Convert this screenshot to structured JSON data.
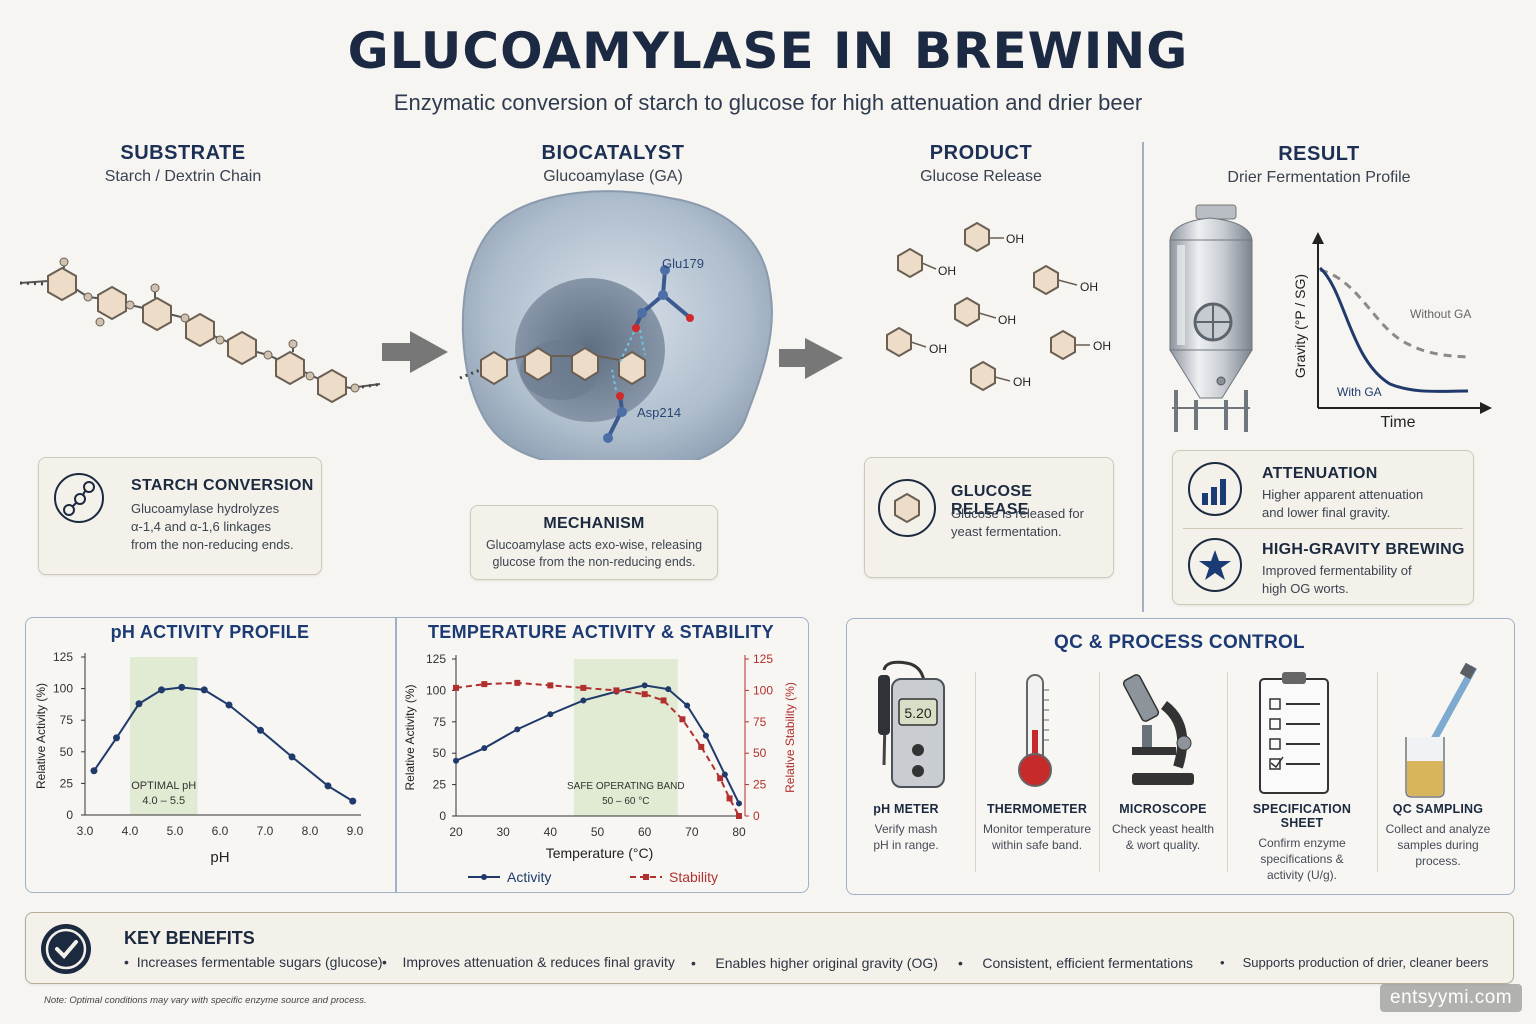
{
  "title": "GLUCOAMYLASE IN BREWING",
  "subtitle": "Enzymatic conversion of starch to glucose for high attenuation and drier beer",
  "columns": {
    "substrate": {
      "heading": "SUBSTRATE",
      "sub": "Starch / Dextrin Chain"
    },
    "biocatalyst": {
      "heading": "BIOCATALYST",
      "sub": "Glucoamylase (GA)",
      "residue1": "Glu179",
      "residue2": "Asp214"
    },
    "product": {
      "heading": "PRODUCT",
      "sub": "Glucose Release",
      "oh": "OH"
    },
    "result": {
      "heading": "RESULT",
      "sub": "Drier Fermentation Profile"
    }
  },
  "result_chart": {
    "ylabel": "Gravity (°P / SG)",
    "xlabel": "Time",
    "without": "Without GA",
    "with": "With GA"
  },
  "cards": {
    "starch": {
      "title": "STARCH CONVERSION",
      "text": [
        "Glucoamylase hydrolyzes",
        "α-1,4 and α-1,6 linkages",
        "from the non-reducing ends."
      ]
    },
    "mechanism": {
      "title": "MECHANISM",
      "text": [
        "Glucoamylase acts exo-wise, releasing",
        "glucose from the non-reducing ends."
      ]
    },
    "glucose": {
      "title": "GLUCOSE RELEASE",
      "text": [
        "Glucose is released for",
        "yeast fermentation."
      ]
    },
    "attenuation": {
      "title": "ATTENUATION",
      "text": [
        "Higher apparent attenuation",
        "and lower final gravity."
      ]
    },
    "highgravity": {
      "title": "HIGH-GRAVITY BREWING",
      "text": [
        "Improved fermentability of",
        "high OG worts."
      ]
    }
  },
  "chart_data": [
    {
      "type": "line",
      "title": "pH ACTIVITY PROFILE",
      "xlabel": "pH",
      "ylabel": "Relative Activity (%)",
      "xlim": [
        3.0,
        9.0
      ],
      "ylim": [
        0,
        125
      ],
      "xticks": [
        "3.0",
        "4.0",
        "5.0",
        "6.0",
        "7.0",
        "8.0",
        "9.0"
      ],
      "yticks": [
        "0",
        "25",
        "50",
        "75",
        "100",
        "125"
      ],
      "band": {
        "range": [
          4.0,
          5.5
        ],
        "label": "OPTIMAL pH",
        "sublabel": "4.0 – 5.5"
      },
      "series": [
        {
          "x": [
            3.2,
            3.7,
            4.2,
            4.7,
            5.15,
            5.65,
            6.2,
            6.9,
            7.6,
            8.4,
            8.95
          ],
          "y": [
            35,
            61,
            88,
            99,
            101,
            99,
            87,
            67,
            46,
            23,
            11
          ]
        }
      ]
    },
    {
      "type": "line",
      "title": "TEMPERATURE ACTIVITY & STABILITY",
      "xlabel": "Temperature (°C)",
      "ylabel": "Relative Activity (%)",
      "ylabel_right": "Relative Stability (%)",
      "xlim": [
        20,
        80
      ],
      "ylim": [
        0,
        125
      ],
      "xticks": [
        "20",
        "30",
        "40",
        "50",
        "60",
        "70",
        "80"
      ],
      "yticks": [
        "0",
        "25",
        "50",
        "75",
        "100",
        "125"
      ],
      "band": {
        "range": [
          45,
          67
        ],
        "label": "SAFE OPERATING BAND",
        "sublabel": "50 – 60 °C"
      },
      "series": [
        {
          "name": "Activity",
          "color": "#1f3a6b",
          "x": [
            20,
            26,
            33,
            40,
            47,
            54,
            60,
            65,
            69,
            73,
            77,
            80
          ],
          "y": [
            44,
            54,
            69,
            81,
            92,
            99,
            104,
            101,
            88,
            64,
            33,
            10
          ]
        },
        {
          "name": "Stability",
          "color": "#b03030",
          "x": [
            20,
            26,
            33,
            40,
            47,
            54,
            60,
            64,
            68,
            72,
            76,
            78,
            80
          ],
          "y": [
            102,
            105,
            106,
            104,
            102,
            100,
            97,
            92,
            77,
            55,
            30,
            14,
            0
          ]
        }
      ]
    }
  ],
  "qc": {
    "title": "QC & PROCESS CONTROL",
    "meter_reading": "5.20",
    "items": [
      {
        "title": "pH METER",
        "text": [
          "Verify mash",
          "pH in range."
        ]
      },
      {
        "title": "THERMOMETER",
        "text": [
          "Monitor temperature",
          "within safe band."
        ]
      },
      {
        "title": "MICROSCOPE",
        "text": [
          "Check yeast health",
          "& wort quality."
        ]
      },
      {
        "title": "SPECIFICATION SHEET",
        "text": [
          "Confirm enzyme",
          "specifications &",
          "activity (U/g)."
        ]
      },
      {
        "title": "QC SAMPLING",
        "text": [
          "Collect and analyze",
          "samples during",
          "process."
        ]
      }
    ]
  },
  "benefits": {
    "title": "KEY BENEFITS",
    "items": [
      "Increases fermentable sugars (glucose)",
      "Improves attenuation & reduces final gravity",
      "Enables higher original gravity (OG)",
      "Consistent, efficient fermentations",
      "Supports production of drier, cleaner beers"
    ]
  },
  "note": "Note: Optimal conditions may vary with specific enzyme source and process.",
  "watermark": "entsyymi.com"
}
